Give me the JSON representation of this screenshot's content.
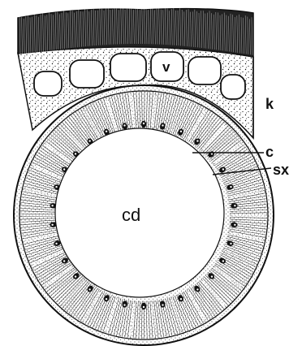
{
  "diagram": {
    "labels": {
      "vacuole": "v",
      "outer_layer": "k",
      "cell": "c",
      "secretion": "sx",
      "central_duct": "cd"
    },
    "colors": {
      "ink": "#111111",
      "paper": "#ffffff"
    }
  }
}
